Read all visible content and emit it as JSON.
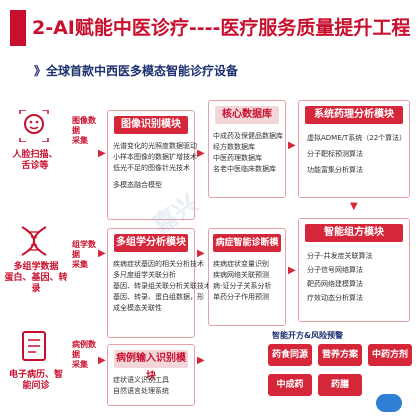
{
  "header": {
    "title": "2-AI赋能中医诊疗----医疗服务质量提升工程",
    "subtitle": "》全球首款中西医多模态智能诊疗设备"
  },
  "left": {
    "items": [
      {
        "data_label": "图像数据\n采集",
        "label": "人脸扫描、\n舌诊等",
        "icon": "face-scan-icon"
      },
      {
        "data_label": "组学数据\n采集",
        "label": "多组学数据\n蛋白、基因、转录",
        "icon": "dna-icon"
      },
      {
        "data_label": "病例数据\n采集",
        "label": "电子病历、智\n能问诊",
        "icon": "medical-record-icon"
      }
    ]
  },
  "modules": [
    {
      "title": "图像识别模块",
      "items": [
        "光谱变化的光照度数据驱动",
        "小样本图像的数据扩增技术",
        "低光不足的图像针光技术",
        "多模态融合模型"
      ]
    },
    {
      "title": "多组学分析模块",
      "items": [
        "疾病症状基因的相关分析技术",
        "多尺度组学关联分析",
        "基因、转录组关联分析关联技术",
        "基因、转录、蛋白组数据，形",
        "成全模态关联性"
      ]
    },
    {
      "title": "病例输入识别模块",
      "items": [
        "症状语义识别工具",
        "自然语言处理系统"
      ]
    }
  ],
  "database": {
    "title": "核心数据库",
    "items": [
      "中成药及保健品数据库",
      "经方数数据库",
      "中医药理数据库",
      "名老中医临床数据库"
    ]
  },
  "diagnosis": {
    "title": "病症智能诊断模块",
    "items": [
      "疾病症状变量识别",
      "疾病网络关联预测",
      "病-证分子关系分析",
      "单药分子作用预测"
    ]
  },
  "pharmacology": {
    "title": "系统药理分析模块",
    "items": [
      "虚拟ADME/T系统（22个算法）",
      "分子靶标预测算法",
      "功能富集分析算法"
    ]
  },
  "prescription": {
    "title": "智能组方模块",
    "items": [
      "分子-并发症关联算法",
      "分子信号网络算法",
      "靶药网络建模算法",
      "疗效动态分析算法"
    ]
  },
  "warning": {
    "label": "智能开方&风险预警"
  },
  "outputs": {
    "pills": [
      "药食同源",
      "营养方案",
      "中药方剂",
      "中成药",
      "药膳"
    ],
    "watermark": "嘉兴"
  },
  "colors": {
    "accent": "#c8102e",
    "box_head": "#d6263a",
    "navy": "#1c2f6e"
  }
}
